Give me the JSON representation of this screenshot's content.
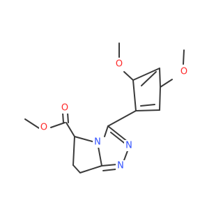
{
  "colors": {
    "bond": "#3a3a3a",
    "oxygen": "#ff2a2a",
    "nitrogen": "#3050ff",
    "background": "#ffffff"
  },
  "atoms": {
    "o_methoxy_top": "O",
    "o_methoxy_right": "O",
    "o_ester_carbonyl": "O",
    "o_ester_single": "O",
    "n_fused": "N",
    "n_triazole_1": "N",
    "n_triazole_2": "N"
  }
}
